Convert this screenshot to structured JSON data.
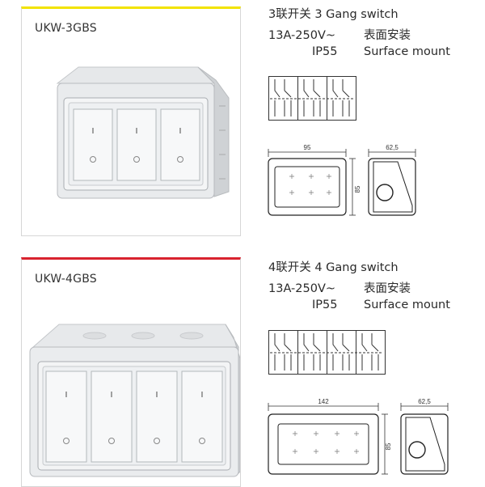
{
  "products": [
    {
      "model": "UKW-3GBS",
      "title": "3联开关  3 Gang switch",
      "rating": "13A-250V~",
      "mount_cn": "表面安装",
      "ip": "IP55",
      "mount_en": "Surface mount",
      "switch_marks": [
        "I",
        "I",
        "I"
      ],
      "width_dim": "95",
      "height_dim": "85",
      "depth_dim": "62,5",
      "accent": "#f2e300"
    },
    {
      "model": "UKW-4GBS",
      "title": "4联开关  4 Gang switch",
      "rating": "13A-250V~",
      "mount_cn": "表面安装",
      "ip": "IP55",
      "mount_en": "Surface mount",
      "switch_marks": [
        "I",
        "I",
        "I",
        "I"
      ],
      "width_dim": "142",
      "height_dim": "85",
      "depth_dim": "62,5",
      "accent": "#d9232e"
    }
  ]
}
